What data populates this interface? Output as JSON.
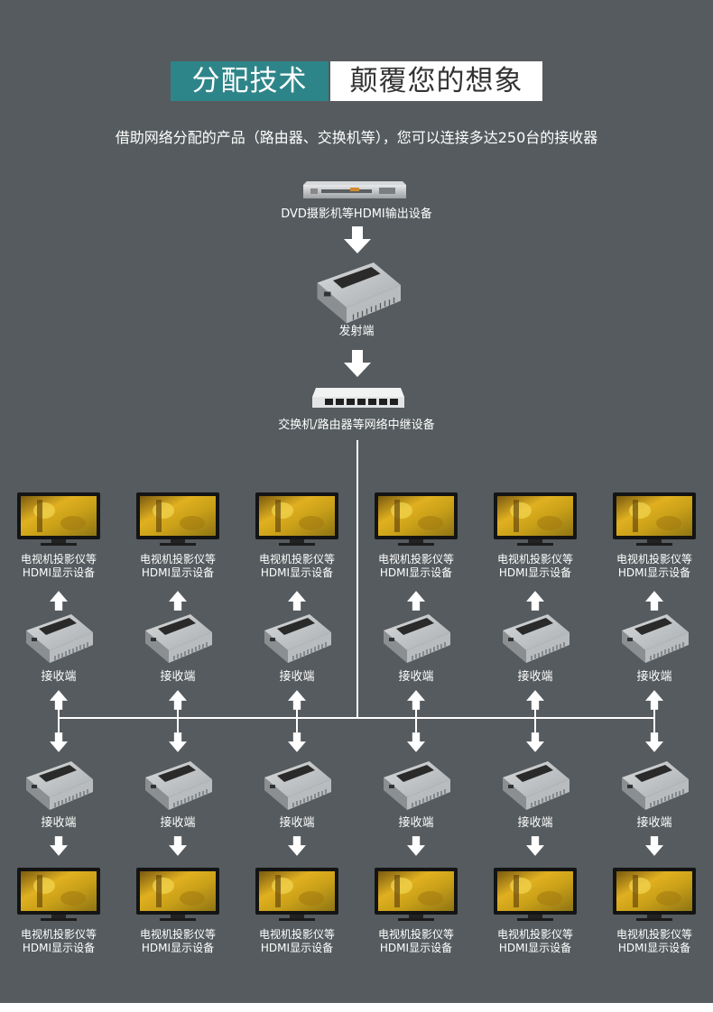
{
  "header": {
    "title_left": "分配技术",
    "title_right": "颠覆您的想象",
    "subtitle": "借助网络分配的产品（路由器、交换机等），您可以连接多达250台的接收器"
  },
  "source": {
    "label": "DVD摄影机等HDMI输出设备"
  },
  "transmitter": {
    "label": "发射端"
  },
  "switch": {
    "label": "交换机/路由器等网络中继设备"
  },
  "receiver": {
    "label": "接收端"
  },
  "display": {
    "line1": "电视机投影仪等",
    "line2": "HDMI显示设备"
  },
  "colors": {
    "background": "#555b5e",
    "title_teal": "#2e8589",
    "arrow": "#ffffff",
    "line": "#ffffff"
  }
}
